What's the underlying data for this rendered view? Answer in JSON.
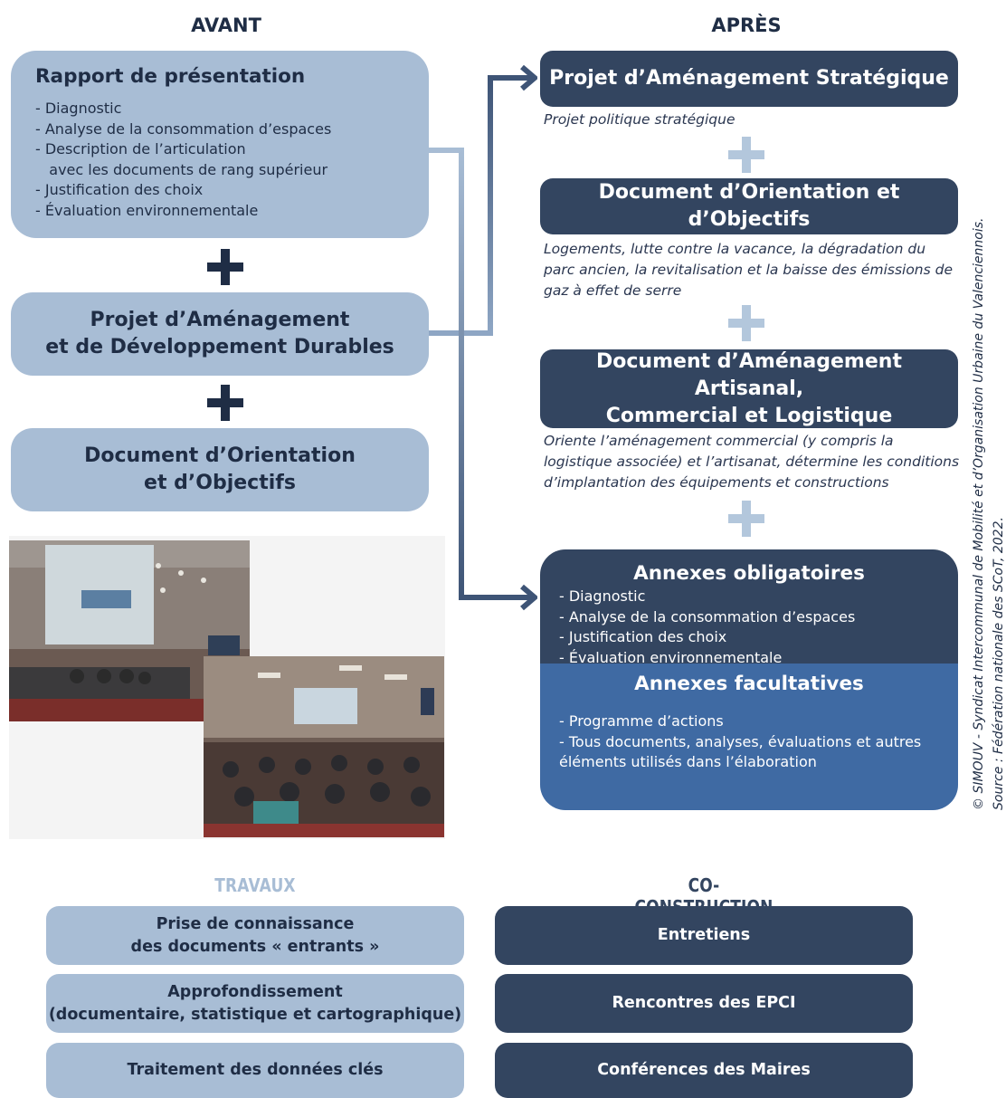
{
  "columns": {
    "before": "AVANT",
    "after": "APRÈS"
  },
  "avant": {
    "rapport": {
      "title": "Rapport de présentation",
      "items": [
        "- Diagnostic",
        "- Analyse de la consommation d’espaces",
        "- Description de l’articulation",
        "   avec les documents de rang supérieur",
        "- Justification des choix",
        "- Évaluation environnementale"
      ]
    },
    "padd": {
      "line1": "Projet d’Aménagement",
      "line2": "et de Développement Durables"
    },
    "doo": {
      "line1": "Document d’Orientation",
      "line2": "et d’Objectifs"
    }
  },
  "apres": {
    "pas": {
      "title": "Projet d’Aménagement Stratégique",
      "caption": "Projet politique stratégique"
    },
    "doo": {
      "title": "Document d’Orientation et d’Objectifs",
      "caption": [
        "Logements, lutte contre la vacance, la dégradation du",
        "parc ancien, la revitalisation et la baisse des émissions de",
        "gaz à effet de serre"
      ]
    },
    "daacl": {
      "line1": "Document d’Aménagement Artisanal,",
      "line2": "Commercial et Logistique",
      "caption": [
        "Oriente l’aménagement commercial (y compris la",
        "logistique associée) et l’artisanat, détermine les conditions",
        "d’implantation des équipements et constructions"
      ]
    },
    "annexes_obligatoires": {
      "title": "Annexes obligatoires",
      "items": [
        "- Diagnostic",
        "- Analyse de la consommation d’espaces",
        "- Justification des choix",
        "- Évaluation environnementale"
      ]
    },
    "annexes_facultatives": {
      "title": "Annexes facultatives",
      "items": [
        "- Programme d’actions",
        "- Tous documents, analyses, évaluations et autres",
        "éléments utilisés dans l’élaboration"
      ]
    }
  },
  "side_credit": {
    "line1": "© SIMOUV - Syndicat Intercommunal de Mobilité et d’Organisation Urbaine du Valenciennois.",
    "line2": "Source : Fédération nationale des SCoT, 2022."
  },
  "travaux": {
    "header": "TRAVAUX",
    "items": [
      {
        "line1": "Prise de connaissance",
        "line2": "des documents « entrants »"
      },
      {
        "line1": "Approfondissement",
        "line2": "(documentaire, statistique et cartographique)"
      },
      {
        "line1": "Traitement des données clés",
        "line2": ""
      }
    ]
  },
  "coconstruction": {
    "header": "CO-CONSTRUCTION",
    "items": [
      "Entretiens",
      "Rencontres des EPCI",
      "Conférences des Maires"
    ]
  },
  "colors": {
    "light": "#a8bdd5",
    "dark": "#334560",
    "blue": "#3f6aa3",
    "plus_light": "#1f2d45",
    "plus_dark": "#b3c7dc",
    "arrow": "#3e5476"
  },
  "icons": {
    "plus": "plus-icon",
    "arrow": "arrow-right-icon"
  }
}
